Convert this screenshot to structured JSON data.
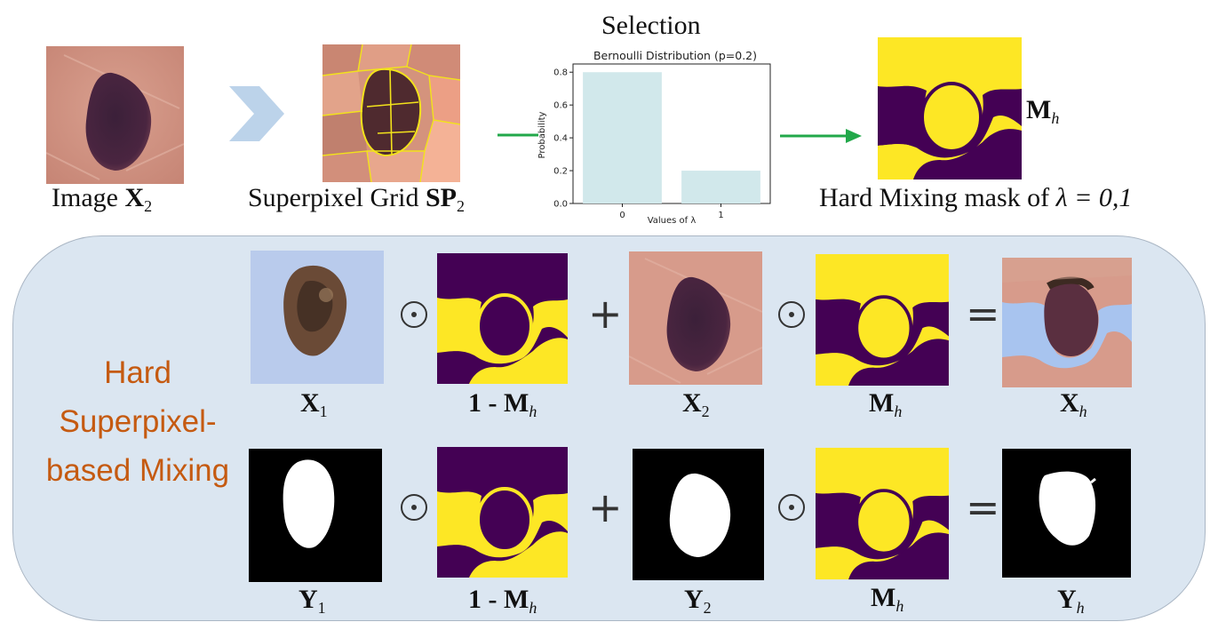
{
  "top": {
    "selection_label": "Selection",
    "image_caption": "Image",
    "image_var": "X",
    "image_sub": "2",
    "grid_caption": "Superpixel Grid",
    "grid_var": "SP",
    "grid_sub": "2",
    "mask_caption": "Hard Mixing mask of",
    "mask_lambda": "λ = 0,1",
    "mask_var": "M",
    "mask_sub": "h"
  },
  "panel": {
    "label_line1": "Hard",
    "label_line2": "Superpixel-",
    "label_line3": "based Mixing",
    "row1": {
      "x1_var": "X",
      "x1_sub": "1",
      "inv_prefix": "1 - ",
      "inv_var": "M",
      "inv_sub": "h",
      "x2_var": "X",
      "x2_sub": "2",
      "m_var": "M",
      "m_sub": "h",
      "out_var": "X",
      "out_sub": "h"
    },
    "row2": {
      "y1_var": "Y",
      "y1_sub": "1",
      "inv_prefix": "1 - ",
      "inv_var": "M",
      "inv_sub": "h",
      "y2_var": "Y",
      "y2_sub": "2",
      "m_var": "M",
      "m_sub": "h",
      "out_var": "Y",
      "out_sub": "h"
    },
    "ops": {
      "plus": "+",
      "equals": "="
    }
  },
  "colors": {
    "mask_yellow": "#fde725",
    "mask_purple": "#440154",
    "bar": "#d1e8eb",
    "arrow_green": "#22a84a",
    "chevron": "#bcd3ea",
    "label_orange": "#c55a11",
    "panel_bg": "#dbe6f1"
  },
  "chart_data": {
    "type": "bar",
    "title": "Bernoulli Distribution (p=0.2)",
    "categories": [
      "0",
      "1"
    ],
    "values": [
      0.8,
      0.2
    ],
    "xlabel": "Values of λ",
    "ylabel": "Probability",
    "ylim": [
      0,
      0.85
    ],
    "yticks": [
      "0.0",
      "0.2",
      "0.4",
      "0.6",
      "0.8"
    ],
    "grid": false
  }
}
